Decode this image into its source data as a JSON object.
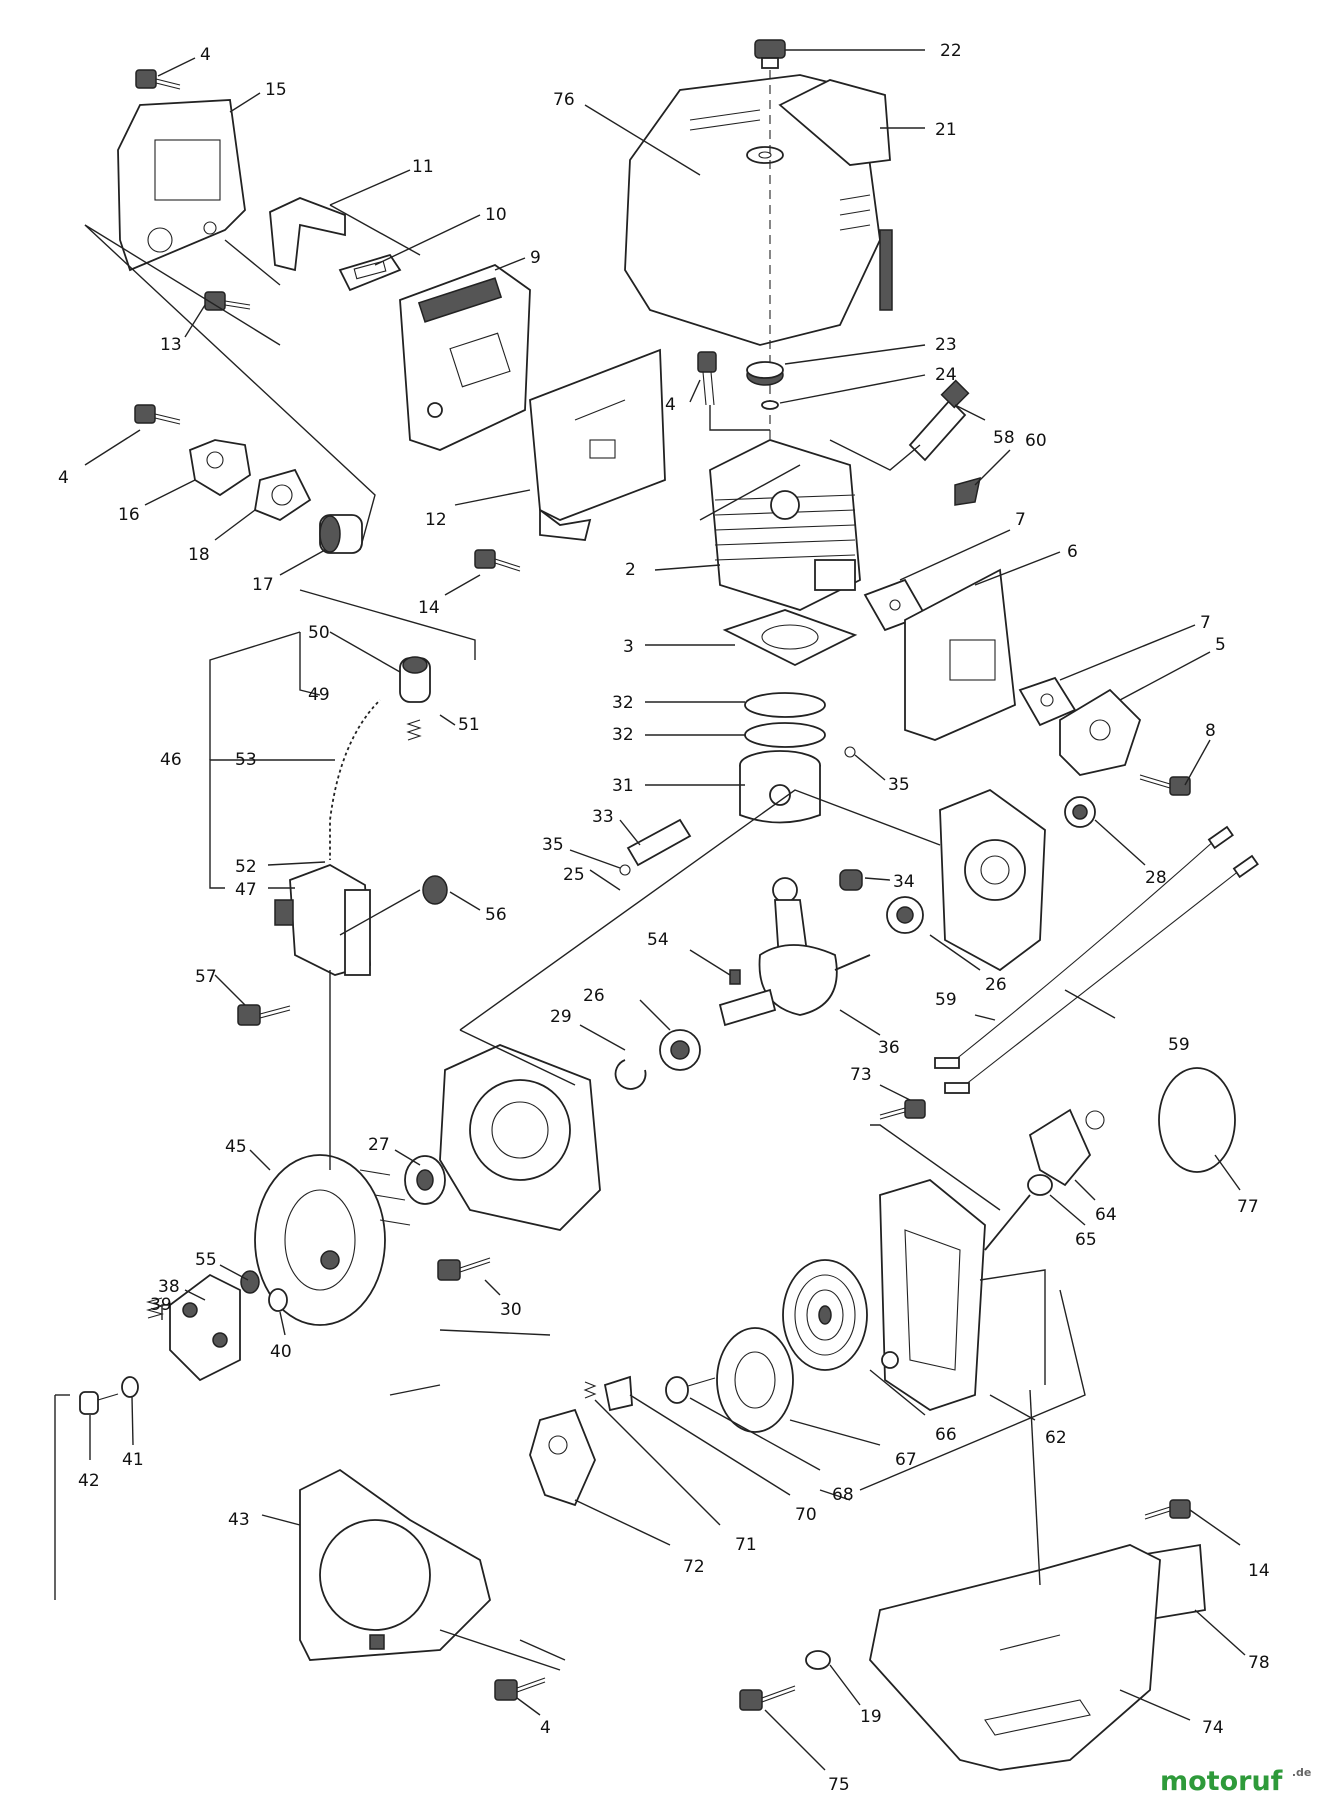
{
  "watermark": {
    "brand": "motoruf",
    "suffix": ".de",
    "brand_color": "#2e9a3a"
  },
  "colors": {
    "ink": "#222222",
    "background": "#ffffff"
  },
  "parts": [
    {
      "id": "p4a",
      "label": "4"
    },
    {
      "id": "p15",
      "label": "15"
    },
    {
      "id": "p11",
      "label": "11"
    },
    {
      "id": "p10",
      "label": "10"
    },
    {
      "id": "p9",
      "label": "9"
    },
    {
      "id": "p13",
      "label": "13"
    },
    {
      "id": "p4b",
      "label": "4"
    },
    {
      "id": "p16",
      "label": "16"
    },
    {
      "id": "p18",
      "label": "18"
    },
    {
      "id": "p17",
      "label": "17"
    },
    {
      "id": "p12",
      "label": "12"
    },
    {
      "id": "p14a",
      "label": "14"
    },
    {
      "id": "p22",
      "label": "22"
    },
    {
      "id": "p76",
      "label": "76"
    },
    {
      "id": "p21",
      "label": "21"
    },
    {
      "id": "p23",
      "label": "23"
    },
    {
      "id": "p24",
      "label": "24"
    },
    {
      "id": "p4c",
      "label": "4"
    },
    {
      "id": "p58",
      "label": "58"
    },
    {
      "id": "p60",
      "label": "60"
    },
    {
      "id": "p7a",
      "label": "7"
    },
    {
      "id": "p6",
      "label": "6"
    },
    {
      "id": "p2",
      "label": "2"
    },
    {
      "id": "p7b",
      "label": "7"
    },
    {
      "id": "p5",
      "label": "5"
    },
    {
      "id": "p3",
      "label": "3"
    },
    {
      "id": "p8",
      "label": "8"
    },
    {
      "id": "p32a",
      "label": "32"
    },
    {
      "id": "p32b",
      "label": "32"
    },
    {
      "id": "p31",
      "label": "31"
    },
    {
      "id": "p35a",
      "label": "35"
    },
    {
      "id": "p33",
      "label": "33"
    },
    {
      "id": "p35b",
      "label": "35"
    },
    {
      "id": "p28",
      "label": "28"
    },
    {
      "id": "p34",
      "label": "34"
    },
    {
      "id": "p25",
      "label": "25"
    },
    {
      "id": "p50",
      "label": "50"
    },
    {
      "id": "p49",
      "label": "49"
    },
    {
      "id": "p51",
      "label": "51"
    },
    {
      "id": "p46",
      "label": "46"
    },
    {
      "id": "p53",
      "label": "53"
    },
    {
      "id": "p52",
      "label": "52"
    },
    {
      "id": "p47",
      "label": "47"
    },
    {
      "id": "p56",
      "label": "56"
    },
    {
      "id": "p57",
      "label": "57"
    },
    {
      "id": "p54",
      "label": "54"
    },
    {
      "id": "p26a",
      "label": "26"
    },
    {
      "id": "p26b",
      "label": "26"
    },
    {
      "id": "p29",
      "label": "29"
    },
    {
      "id": "p36",
      "label": "36"
    },
    {
      "id": "p59a",
      "label": "59"
    },
    {
      "id": "p59b",
      "label": "59"
    },
    {
      "id": "p73",
      "label": "73"
    },
    {
      "id": "p77",
      "label": "77"
    },
    {
      "id": "p45",
      "label": "45"
    },
    {
      "id": "p27",
      "label": "27"
    },
    {
      "id": "p64",
      "label": "64"
    },
    {
      "id": "p65",
      "label": "65"
    },
    {
      "id": "p55",
      "label": "55"
    },
    {
      "id": "p38",
      "label": "38"
    },
    {
      "id": "p39",
      "label": "39"
    },
    {
      "id": "p30",
      "label": "30"
    },
    {
      "id": "p40",
      "label": "40"
    },
    {
      "id": "p41",
      "label": "41"
    },
    {
      "id": "p42",
      "label": "42"
    },
    {
      "id": "p66",
      "label": "66"
    },
    {
      "id": "p62",
      "label": "62"
    },
    {
      "id": "p67",
      "label": "67"
    },
    {
      "id": "p68",
      "label": "68"
    },
    {
      "id": "p70",
      "label": "70"
    },
    {
      "id": "p71",
      "label": "71"
    },
    {
      "id": "p72",
      "label": "72"
    },
    {
      "id": "p43",
      "label": "43"
    },
    {
      "id": "p14b",
      "label": "14"
    },
    {
      "id": "p78",
      "label": "78"
    },
    {
      "id": "p74",
      "label": "74"
    },
    {
      "id": "p19",
      "label": "19"
    },
    {
      "id": "p75",
      "label": "75"
    },
    {
      "id": "p4d",
      "label": "4"
    }
  ]
}
